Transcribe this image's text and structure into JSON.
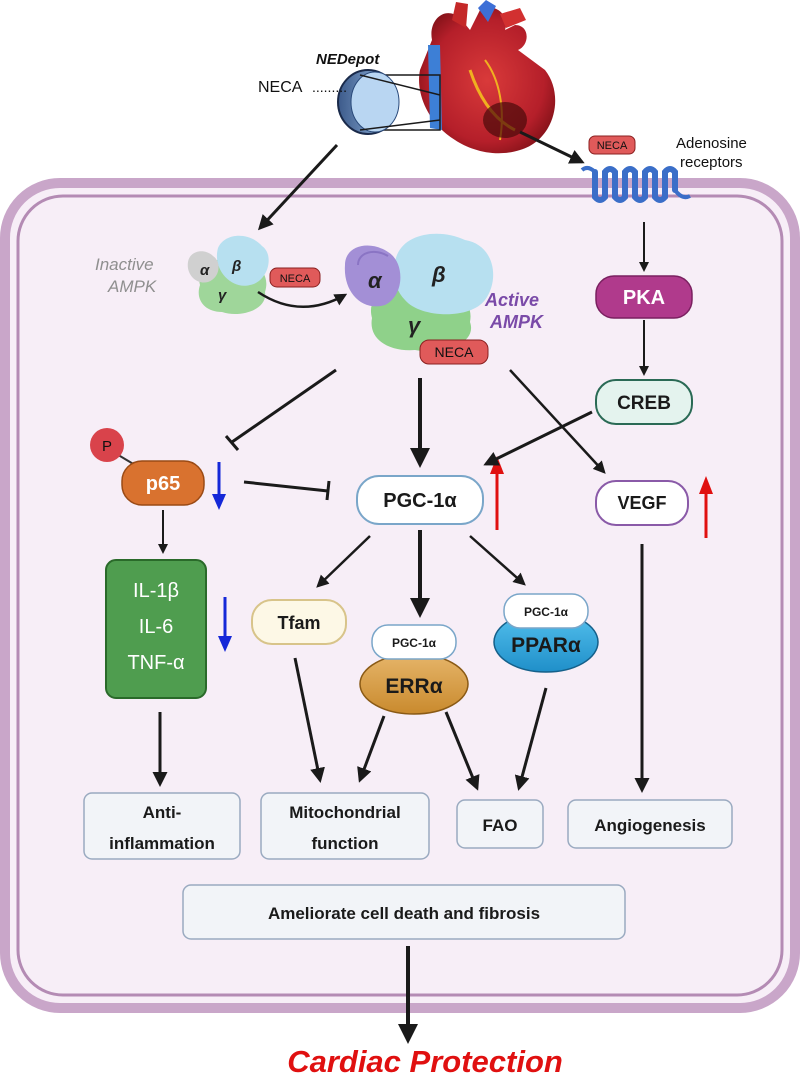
{
  "labels": {
    "nedepot": "NEDepot",
    "neca_source": "NECA",
    "adenosine_l1": "Adenosine",
    "adenosine_l2": "receptors",
    "neca_tag": "NECA",
    "inactive_l1": "Inactive",
    "inactive_l2": "AMPK",
    "active_l1": "Active",
    "active_l2": "AMPK",
    "alpha": "α",
    "beta": "β",
    "gamma": "γ",
    "p": "P",
    "p65": "p65",
    "pka": "PKA",
    "creb": "CREB",
    "pgc": "PGC-1α",
    "vegf": "VEGF",
    "il1b": "IL-1β",
    "il6": "IL-6",
    "tnfa": "TNF-α",
    "tfam": "Tfam",
    "pgc_small": "PGC-1α",
    "erra": "ERRα",
    "ppara": "PPARα",
    "anti_l1": "Anti-",
    "anti_l2": "inflammation",
    "mito_l1": "Mitochondrial",
    "mito_l2": "function",
    "fao": "FAO",
    "angio": "Angiogenesis",
    "ameliorate": "Ameliorate cell death and fibrosis",
    "cardiac": "Cardiac Protection"
  },
  "colors": {
    "cell_border": "#c9a6c9",
    "cell_fill": "#f7eef7",
    "pka": "#b03a8c",
    "creb": "#e4f3ee",
    "p65": "#d9722f",
    "cytokine": "#4f9d4f",
    "neca": "#e05a5a",
    "up_arrow": "#e01010",
    "down_arrow": "#1528d8",
    "cardiac_text": "#e01010",
    "active_text": "#7a4aa8"
  }
}
